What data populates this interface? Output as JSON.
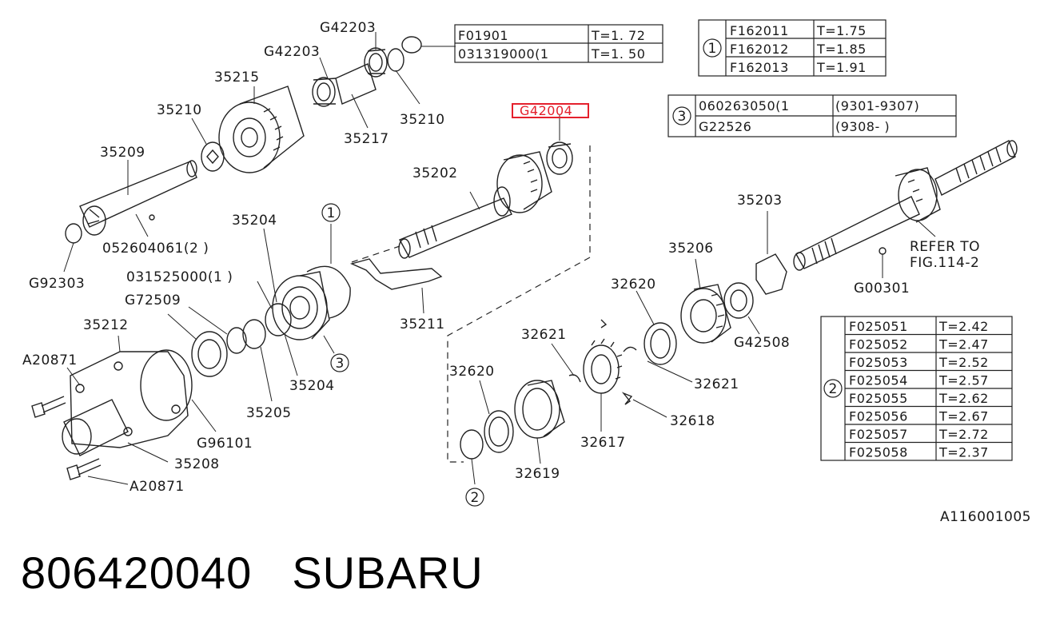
{
  "diagram": {
    "code": "A116001005",
    "highlighted_part": "G42004",
    "labels": {
      "g42203_top": "G42203",
      "g42203_mid": "G42203",
      "p35215": "35215",
      "p35210_left": "35210",
      "p35210_right": "35210",
      "p35217": "35217",
      "p35209": "35209",
      "p052604061": "052604061(2 )",
      "g92303": "G92303",
      "p35204_top": "35204",
      "p35204_bottom": "35204",
      "p031525000": "031525000(1 )",
      "g72509": "G72509",
      "p35212": "35212",
      "a20871_top": "A20871",
      "a20871_bottom": "A20871",
      "g96101": "G96101",
      "p35208": "35208",
      "p35205": "35205",
      "p35202": "35202",
      "g42004": "G42004",
      "p35211": "35211",
      "p35203": "35203",
      "p35206": "35206",
      "p32620_right": "32620",
      "p32620_left": "32620",
      "p32621_top": "32621",
      "p32621_right": "32621",
      "g42508": "G42508",
      "p32618": "32618",
      "p32617": "32617",
      "p32619": "32619",
      "g00301": "G00301",
      "refer_line1": "REFER TO",
      "refer_line2": "FIG.114-2",
      "circle1": "1",
      "circle2": "2",
      "circle3": "3"
    },
    "table_f019": {
      "rows": [
        {
          "part": "F01901",
          "value": "T=1. 72"
        },
        {
          "part": "031319000(1",
          "value": "T=1. 50"
        }
      ]
    },
    "table_1": {
      "marker": "1",
      "rows": [
        {
          "part": "F162011",
          "value": "T=1.75"
        },
        {
          "part": "F162012",
          "value": "T=1.85"
        },
        {
          "part": "F162013",
          "value": "T=1.91"
        }
      ]
    },
    "table_3": {
      "marker": "3",
      "rows": [
        {
          "part": "060263050(1",
          "value": "(9301-9307)"
        },
        {
          "part": "G22526",
          "value": "(9308-       )"
        }
      ]
    },
    "table_2": {
      "marker": "2",
      "rows": [
        {
          "part": "F025051",
          "value": "T=2.42"
        },
        {
          "part": "F025052",
          "value": "T=2.47"
        },
        {
          "part": "F025053",
          "value": "T=2.52"
        },
        {
          "part": "F025054",
          "value": "T=2.57"
        },
        {
          "part": "F025055",
          "value": "T=2.62"
        },
        {
          "part": "F025056",
          "value": "T=2.67"
        },
        {
          "part": "F025057",
          "value": "T=2.72"
        },
        {
          "part": "F025058",
          "value": "T=2.37"
        }
      ]
    }
  },
  "footer": {
    "part_number": "806420040",
    "brand": "SUBARU"
  }
}
